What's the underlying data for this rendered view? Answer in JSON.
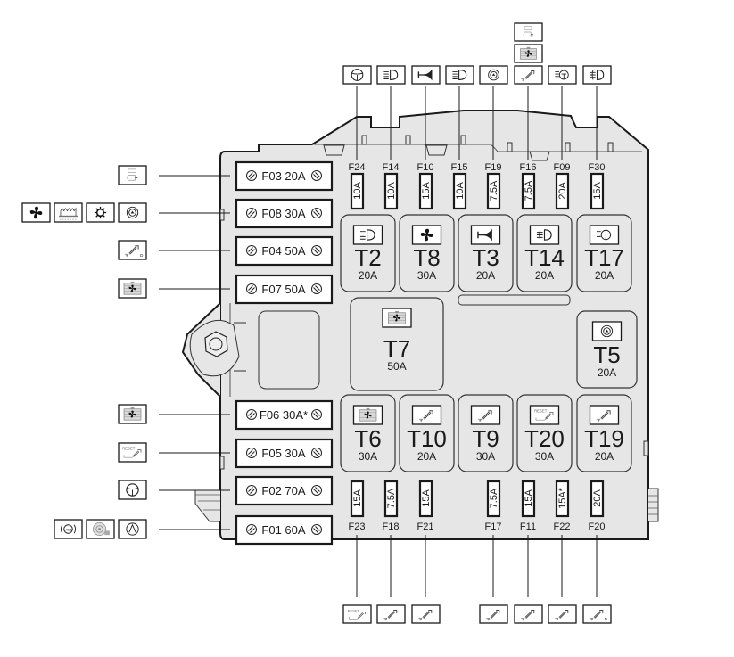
{
  "diagram": {
    "title": "Fuse box layout",
    "colors": {
      "box_fill": "#e6e6e6",
      "outline": "#1a1a1a",
      "icon_border": "#1a1a1a",
      "paper": "#ffffff"
    },
    "top_fuses": [
      {
        "code": "F24",
        "rating": "10A",
        "icons": [
          "steering-wheel-icon"
        ]
      },
      {
        "code": "F14",
        "rating": "10A",
        "icons": [
          "low-beam-icon"
        ]
      },
      {
        "code": "F10",
        "rating": "15A",
        "icons": [
          "horn-icon"
        ]
      },
      {
        "code": "F15",
        "rating": "10A",
        "icons": [
          "low-beam-icon"
        ]
      },
      {
        "code": "F19",
        "rating": "7.5A",
        "icons": [
          "compressor-icon"
        ]
      },
      {
        "code": "F16",
        "rating": "7.5A",
        "icons": [
          "injector-icon",
          "radiator-fan-icon",
          "engine-relay-icon"
        ]
      },
      {
        "code": "F09",
        "rating": "20A",
        "icons": [
          "headlamp-washer-icon"
        ]
      },
      {
        "code": "F30",
        "rating": "15A",
        "icons": [
          "fog-lamp-icon"
        ]
      }
    ],
    "bottom_fuses": [
      {
        "code": "F23",
        "rating": "15A",
        "icons": [
          "reset-injector-icon"
        ]
      },
      {
        "code": "F18",
        "rating": "7.5A",
        "icons": [
          "injector-icon"
        ]
      },
      {
        "code": "F21",
        "rating": "15A",
        "icons": [
          "injector-icon"
        ]
      },
      {
        "code": "F17",
        "rating": "7.5A",
        "icons": [
          "injector-icon"
        ]
      },
      {
        "code": "F11",
        "rating": "15A",
        "icons": [
          "injector-icon"
        ]
      },
      {
        "code": "F22",
        "rating": "15A*",
        "icons": [
          "injector-icon"
        ]
      },
      {
        "code": "F20",
        "rating": "20A",
        "icons": [
          "injector-d-icon"
        ]
      }
    ],
    "maxi_fuses": [
      {
        "code": "F03",
        "rating": "20A",
        "label": "F03 20A",
        "icons": [
          "engine-relay-icon"
        ]
      },
      {
        "code": "F08",
        "rating": "30A",
        "label": "F08 30A",
        "icons": [
          "fan-icon",
          "heater-icon",
          "climate-icon",
          "compressor-icon"
        ]
      },
      {
        "code": "F04",
        "rating": "50A",
        "label": "F04 50A",
        "icons": [
          "injector-d-icon"
        ]
      },
      {
        "code": "F07",
        "rating": "50A",
        "label": "F07 50A",
        "icons": [
          "radiator-fan-icon"
        ]
      },
      {
        "code": "F06",
        "rating": "30A*",
        "label": "F06 30A*",
        "icons": [
          "radiator-fan-icon"
        ]
      },
      {
        "code": "F05",
        "rating": "30A",
        "label": "F05 30A",
        "icons": [
          "reset-injector-icon"
        ]
      },
      {
        "code": "F02",
        "rating": "70A",
        "label": "F02 70A",
        "icons": [
          "steering-wheel-icon"
        ]
      },
      {
        "code": "F01",
        "rating": "60A",
        "label": "F01 60A",
        "icons": [
          "abs-icon",
          "brake-disc-icon",
          "stability-control-icon"
        ]
      }
    ],
    "relays_top": [
      {
        "code": "T2",
        "rating": "20A",
        "icon": "low-beam-icon"
      },
      {
        "code": "T8",
        "rating": "30A",
        "icon": "fan-icon"
      },
      {
        "code": "T3",
        "rating": "20A",
        "icon": "horn-icon"
      },
      {
        "code": "T14",
        "rating": "20A",
        "icon": "fog-lamp-icon"
      },
      {
        "code": "T17",
        "rating": "20A",
        "icon": "headlamp-washer-icon"
      }
    ],
    "relays_middle": [
      {
        "code": "T7",
        "rating": "50A",
        "icon": "radiator-fan-icon"
      },
      {
        "code": "T5",
        "rating": "20A",
        "icon": "compressor-icon"
      }
    ],
    "relays_bottom": [
      {
        "code": "T6",
        "rating": "30A",
        "icon": "radiator-fan-icon"
      },
      {
        "code": "T10",
        "rating": "20A",
        "icon": "injector-icon"
      },
      {
        "code": "T9",
        "rating": "30A",
        "icon": "injector-icon"
      },
      {
        "code": "T20",
        "rating": "30A",
        "icon": "reset-injector-icon"
      },
      {
        "code": "T19",
        "rating": "20A",
        "icon": "injector-icon"
      }
    ],
    "icon_texts": {
      "reset_label": "RESET"
    }
  }
}
